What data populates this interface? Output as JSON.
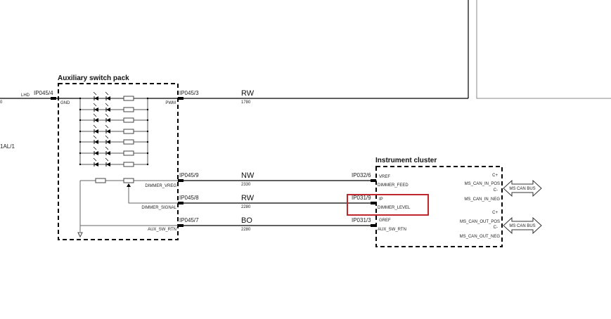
{
  "aux_pack": {
    "title": "Auxiliary switch pack",
    "left_side": "LHD",
    "left_ref": "1AL/1",
    "left_edge_mark": "0",
    "gnd_pin": "IP045/4",
    "gnd_label": "GND",
    "pwm_pin": "IP045/3",
    "pwm_label": "PWM",
    "dimmer_vreg": "DIMMER_VREG",
    "dimmer_signal": "DIMMER_SIGNAL",
    "aux_sw_rtn": "AUX_SW_RTN"
  },
  "wires": [
    {
      "from_pin": "IP045/3",
      "color": "RW",
      "size": "1780"
    },
    {
      "from_pin": "IP045/9",
      "color": "NW",
      "size": "2330",
      "to_pin": "IP032/6"
    },
    {
      "from_pin": "IP045/8",
      "color": "RW",
      "size": "2280",
      "to_pin": "IP031/9"
    },
    {
      "from_pin": "IP045/7",
      "color": "BO",
      "size": "2280",
      "to_pin": "IP031/3"
    }
  ],
  "cluster": {
    "title": "Instrument cluster",
    "vref": "VREF",
    "dimmer_feed": "DIMMER_FEED",
    "ip": "IP",
    "dimmer_level": "DIMMER_LEVEL",
    "gref": "GREF",
    "aux_sw_rtn": "AUX_SW_RTN",
    "cplus": "C+",
    "cminus": "C-",
    "can_in_pos": "MS_CAN_IN_POS",
    "can_in_neg": "MS_CAN_IN_NEG",
    "can_out_pos": "MS_CAN_OUT_POS",
    "can_out_neg": "MS_CAN_OUT_NEG",
    "bus_label": "MS CAN BUS"
  },
  "highlight_color": "#c0272d"
}
